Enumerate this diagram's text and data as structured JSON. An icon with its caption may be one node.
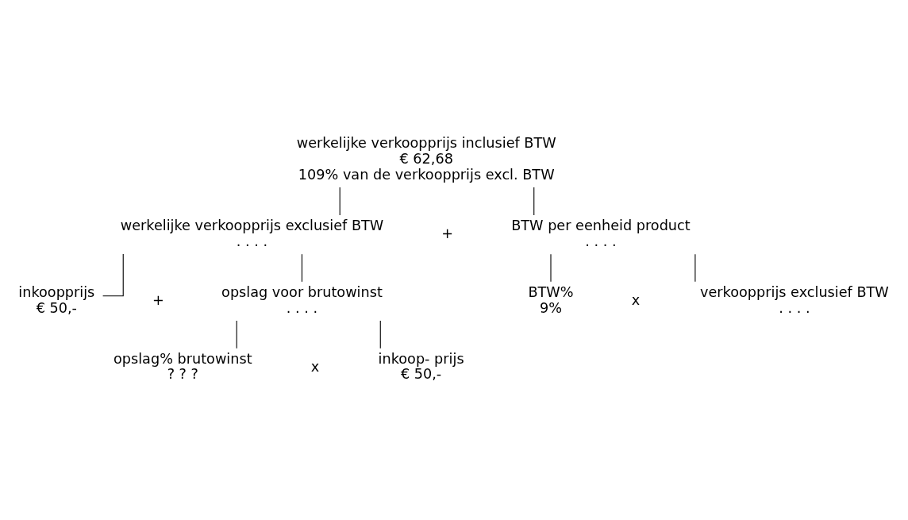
{
  "diagram": {
    "nodes": [
      {
        "text": [
          "werkelijke verkoopprijs inclusief BTW",
          "€ 62,68",
          "109% van de verkoopprijs excl. BTW"
        ]
      },
      {
        "text": [
          "werkelijke verkoopprijs exclusief BTW",
          ". . . ."
        ]
      },
      {
        "text": [
          "BTW per eenheid product",
          ". . . ."
        ]
      },
      {
        "text": [
          "inkoopprijs",
          "€ 50,-"
        ]
      },
      {
        "text": [
          "opslag voor brutowinst",
          ". . . ."
        ]
      },
      {
        "text": [
          "BTW%",
          "9%"
        ]
      },
      {
        "text": [
          "verkoopprijs exclusief BTW",
          ". . . ."
        ]
      },
      {
        "text": [
          "opslag% brutowinst",
          "? ? ?"
        ]
      },
      {
        "text": [
          "inkoop- prijs",
          "€ 50,-"
        ]
      }
    ],
    "edges": [
      {
        "from": 0,
        "to": 1,
        "arrow": "none"
      },
      {
        "from": 0,
        "to": 2,
        "arrow": "none"
      },
      {
        "from": 1,
        "to": 3,
        "arrow": "none"
      },
      {
        "from": 1,
        "to": 4,
        "arrow": "none"
      },
      {
        "from": 2,
        "to": 5,
        "arrow": "none"
      },
      {
        "from": 2,
        "to": 6,
        "arrow": "none"
      },
      {
        "from": 4,
        "to": 7,
        "arrow": "none"
      },
      {
        "from": 4,
        "to": 8,
        "arrow": "none"
      }
    ],
    "labels": [
      "+",
      "+",
      "x",
      "x"
    ]
  }
}
